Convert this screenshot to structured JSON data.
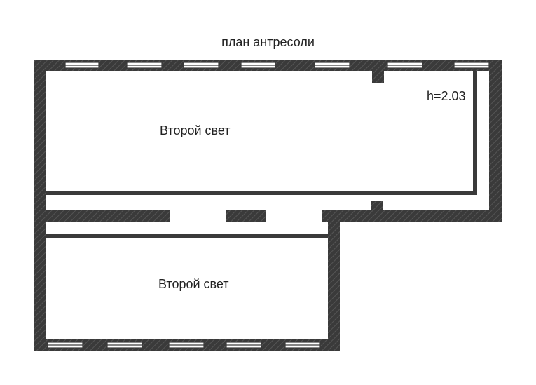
{
  "plan": {
    "title": "план антресоли",
    "height_note": "h=2.03",
    "rooms": [
      {
        "label": "Второй свет"
      },
      {
        "label": "Второй свет"
      }
    ]
  },
  "colors": {
    "wall": "#3a3a3a",
    "wall_hatch": "#5a5a5a",
    "window_frame": "#3a3a3a",
    "window_fill": "#ffffff",
    "text": "#222222"
  }
}
